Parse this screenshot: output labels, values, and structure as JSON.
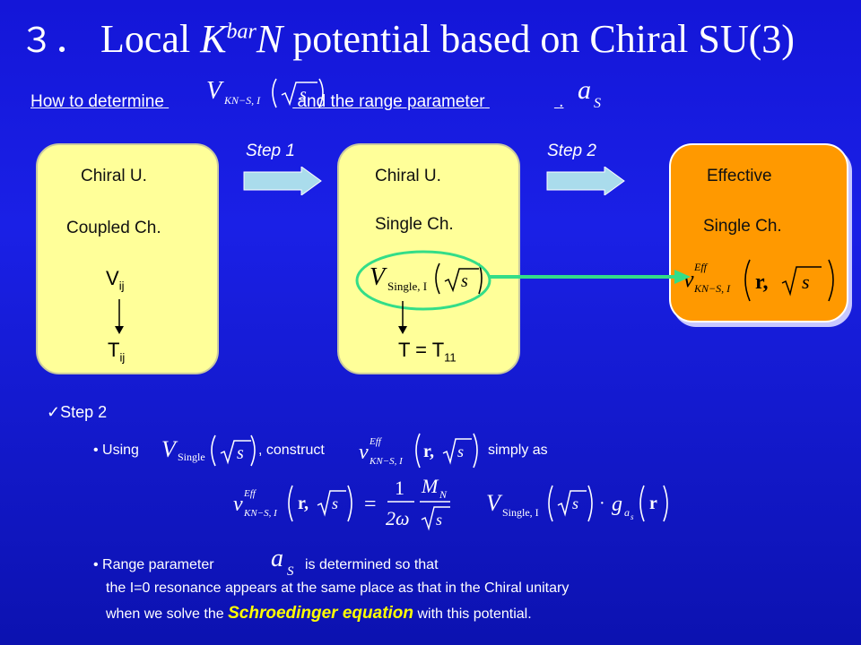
{
  "title": {
    "number": "３．",
    "prefix": "Local ",
    "K": "K",
    "bar": "bar",
    "N": "N",
    "rest": " potential based on Chiral SU(3)"
  },
  "subtitle": {
    "lead": "How to determine",
    "mid": "and the range parameter",
    "end": "."
  },
  "steps": {
    "step1": "Step 1",
    "step2": "Step 2"
  },
  "box1": {
    "line1": "Chiral U.",
    "line2": "Coupled Ch.",
    "v": "V",
    "v_sub": "ij",
    "t": "T",
    "t_sub": "ij"
  },
  "box2": {
    "line1": "Chiral U.",
    "line2": "Single Ch.",
    "t": "T = T",
    "t_sub": "11"
  },
  "box3": {
    "line1": "Effective",
    "line2": "Single Ch."
  },
  "step2_section": {
    "heading": "Step 2",
    "using": "Using",
    "construct": ", construct",
    "simply": "simply as",
    "range_lead": "Range parameter",
    "range_tail": "is determined so that",
    "line2": "the I=0 resonance appears at the same place as that  in the Chiral unitary",
    "line3_a": "when we solve the",
    "line3_b": "Schroedinger equation",
    "line3_c": "with this potential."
  },
  "colors": {
    "box_yellow": "#ffff99",
    "box_orange": "#ff9900",
    "arrow": "#aadcec",
    "highlight": "#33dd88",
    "accent": "#ffff00"
  }
}
